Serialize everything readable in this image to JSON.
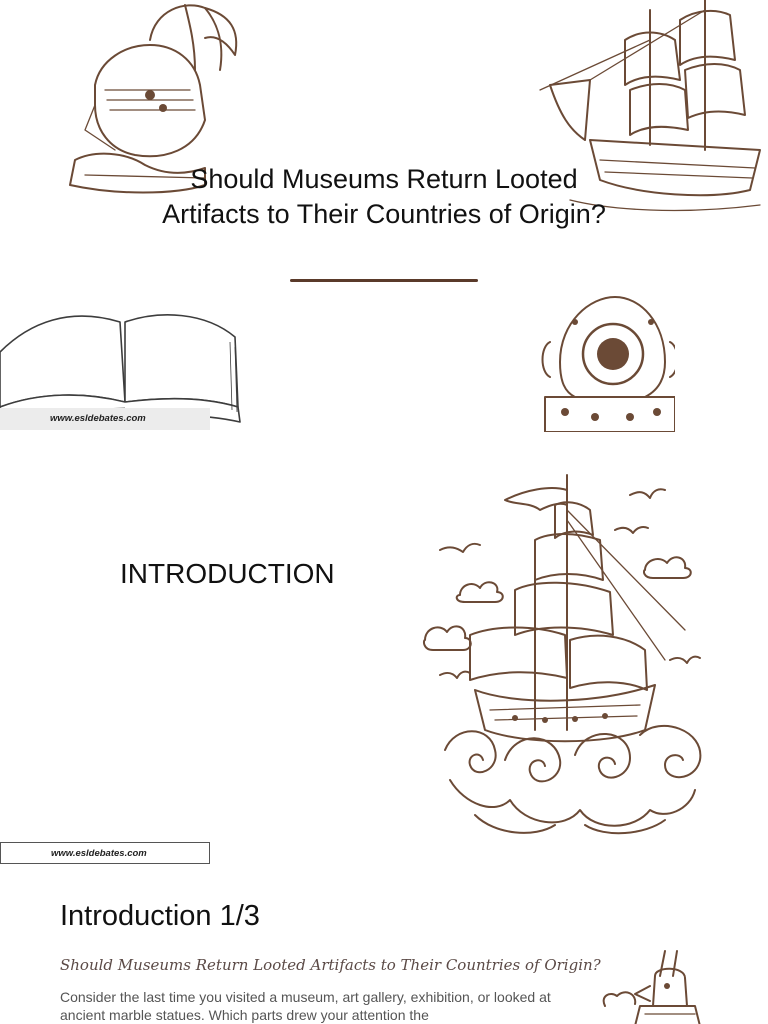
{
  "slide1": {
    "title": "Should Museums Return Looted Artifacts to Their Countries of Origin?",
    "footer": "www.esldebates.com"
  },
  "slide2": {
    "heading": "INTRODUCTION",
    "footer": "www.esldebates.com"
  },
  "slide3": {
    "heading": "Introduction 1/3",
    "subtitle": "Should Museums Return Looted Artifacts to Their Countries of Origin?",
    "body": "Consider the last time you visited a museum, art gallery, exhibition, or looked at ancient marble statues. Which parts drew your attention the"
  },
  "colors": {
    "ink": "#6b4a36",
    "rule": "#5a3a2a",
    "subtitle": "#5b4a46"
  },
  "illustrations": [
    "knight-helmet",
    "sailing-ship",
    "open-book",
    "diving-helmet",
    "ship-on-waves",
    "anubis-figure"
  ]
}
